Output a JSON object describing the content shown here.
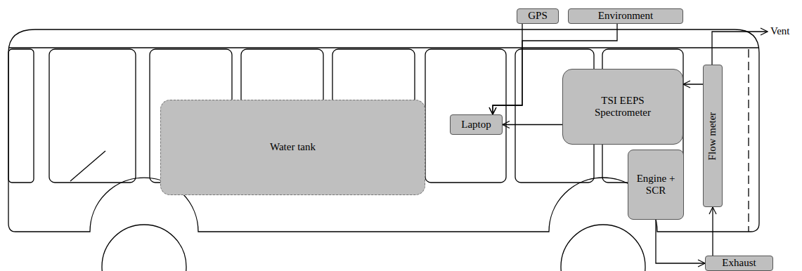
{
  "diagram": {
    "nodes": [
      {
        "text": [
          "GPS"
        ]
      },
      {
        "text": [
          "Environment"
        ]
      },
      {
        "text": [
          "TSI EEPS Spectrometer"
        ]
      },
      {
        "text": [
          "Laptop"
        ]
      },
      {
        "text": [
          "Water tank"
        ]
      },
      {
        "text": [
          "Engine + SCR"
        ]
      },
      {
        "text": [
          "Flow meter"
        ]
      },
      {
        "text": [
          "Exhaust"
        ]
      }
    ],
    "edges": [
      {
        "from": 5,
        "to": 7,
        "arrow": "to"
      },
      {
        "from": 7,
        "to": 6,
        "arrow": "to"
      },
      {
        "from": 6,
        "to": 2,
        "arrow": "to"
      },
      {
        "from": 2,
        "to": 3,
        "arrow": "to"
      },
      {
        "from": 0,
        "to": 3,
        "arrow": "to"
      },
      {
        "from": 1,
        "to": 3,
        "arrow": "to"
      }
    ],
    "labels": [
      "Vent"
    ]
  }
}
